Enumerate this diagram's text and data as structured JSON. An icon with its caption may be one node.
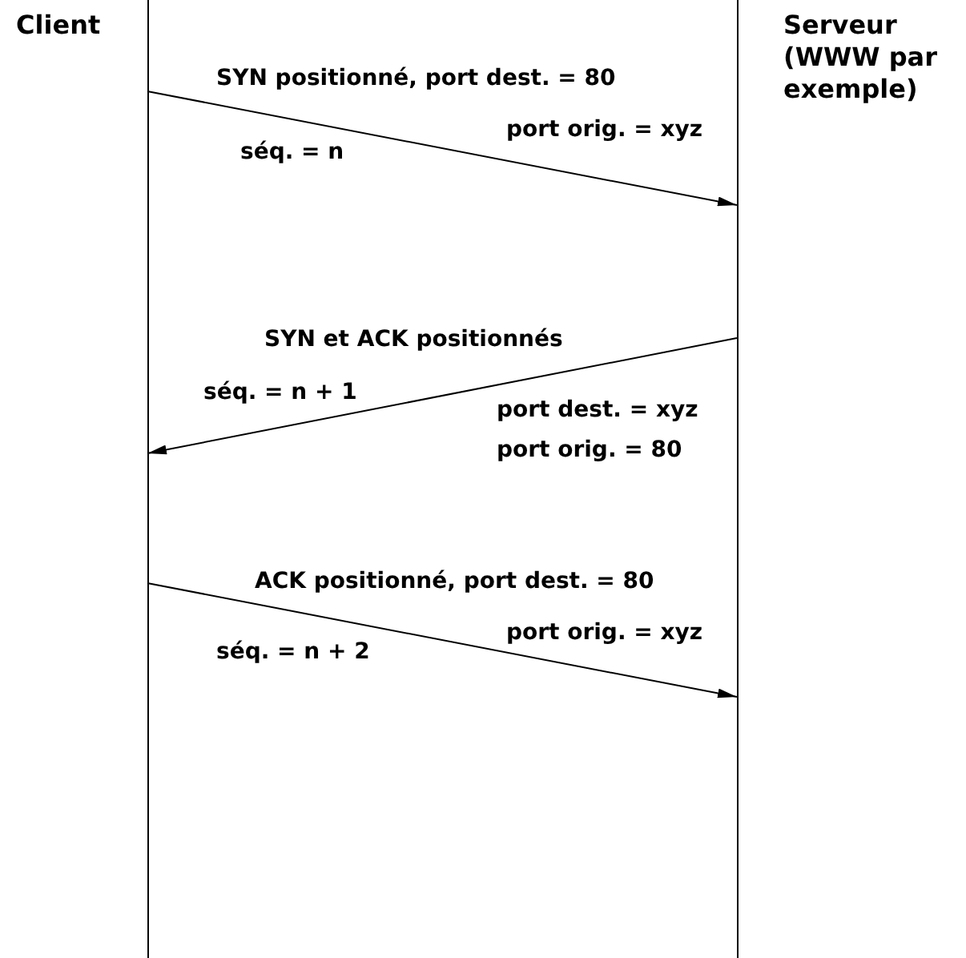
{
  "diagram": {
    "nodes": [
      {
        "text": [
          "Client"
        ]
      },
      {
        "text": [
          "Serveur (WWW par exemple)"
        ]
      }
    ],
    "edges": [
      {
        "from": 0,
        "to": 1,
        "arrow": "to",
        "label": "SYN positionné, port dest. = 80"
      },
      {
        "from": 1,
        "to": 0,
        "arrow": "to",
        "label": "SYN et ACK positionnés"
      },
      {
        "from": 0,
        "to": 1,
        "arrow": "to",
        "label": "ACK positionné, port dest. = 80"
      }
    ],
    "labels": [
      "port orig. = xyz",
      "séq. = n",
      "séq. = n + 1",
      "port dest. = xyz",
      "port orig. = 80",
      "port orig. = xyz",
      "séq. = n + 2"
    ]
  }
}
